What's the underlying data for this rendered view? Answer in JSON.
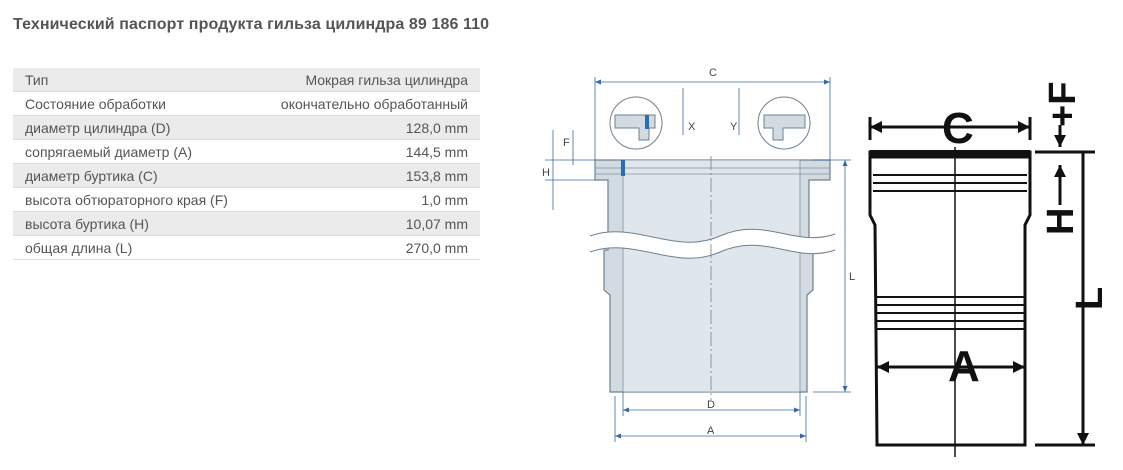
{
  "page": {
    "title": "Технический паспорт продукта гильза цилиндра 89 186 110"
  },
  "specs": [
    {
      "label": "Тип",
      "value": "Мокрая гильза цилиндра"
    },
    {
      "label": "Состояние обработки",
      "value": "окончательно обработанный"
    },
    {
      "label": "диаметр цилиндра (D)",
      "value": "128,0 mm"
    },
    {
      "label": "сопрягаемый диаметр (A)",
      "value": "144,5 mm"
    },
    {
      "label": "диаметр буртика (C)",
      "value": "153,8 mm"
    },
    {
      "label": "высота обтюраторного края (F)",
      "value": "1,0 mm"
    },
    {
      "label": "высота буртика (H)",
      "value": "10,07 mm"
    },
    {
      "label": "общая длина (L)",
      "value": "270,0 mm"
    }
  ],
  "drawing": {
    "labels": {
      "c": "C",
      "x": "X",
      "y": "Y",
      "f": "F",
      "h": "H",
      "l": "L",
      "d": "D",
      "a": "A"
    },
    "colors": {
      "fill": "#d3dbe2",
      "stroke": "#6e8190",
      "dim": "#3a67a8",
      "accent": "#2a6db5"
    }
  },
  "drawing2": {
    "labels": {
      "c": "C",
      "a": "A",
      "h": "H",
      "l": "L",
      "f": "+F"
    }
  }
}
